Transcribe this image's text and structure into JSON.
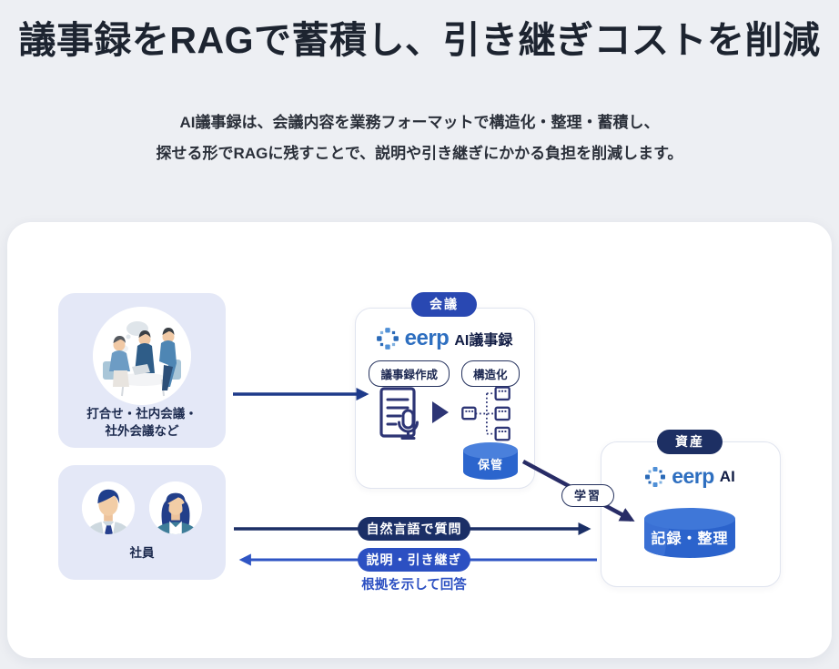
{
  "page": {
    "title": "議事録をRAGで蓄積し、引き継ぎコストを削減",
    "subtitle_line1": "AI議事録は、会議内容を業務フォーマットで構造化・整理・蓄積し、",
    "subtitle_line2": "探せる形でRAGに残すことで、説明や引き継ぎにかかる負担を削減します。"
  },
  "diagram": {
    "meetings_box": {
      "label_line1": "打合せ・社内会議・",
      "label_line2": "社外会議など"
    },
    "employees_box": {
      "label": "社員"
    },
    "meeting_card": {
      "badge": "会議",
      "brand": "eerp",
      "product": "AI議事録",
      "pill_minutes": "議事録作成",
      "pill_structure": "構造化",
      "storage": "保管"
    },
    "asset_card": {
      "badge": "資産",
      "brand": "eerp",
      "product": "AI",
      "database": "記録・整理"
    },
    "flows": {
      "learn": "学習",
      "question": "自然言語で質問",
      "handover": "説明・引き継ぎ",
      "answer_note": "根拠を示して回答"
    },
    "colors": {
      "navy": "#1b2f66",
      "royal_blue": "#2948b2",
      "blue": "#2c50c2",
      "arrow_navy": "#1e3a8a",
      "cylinder_blue": "#2b65cd",
      "logo_blue": "#2e6fc0",
      "lavender": "#e4e8f7"
    }
  }
}
